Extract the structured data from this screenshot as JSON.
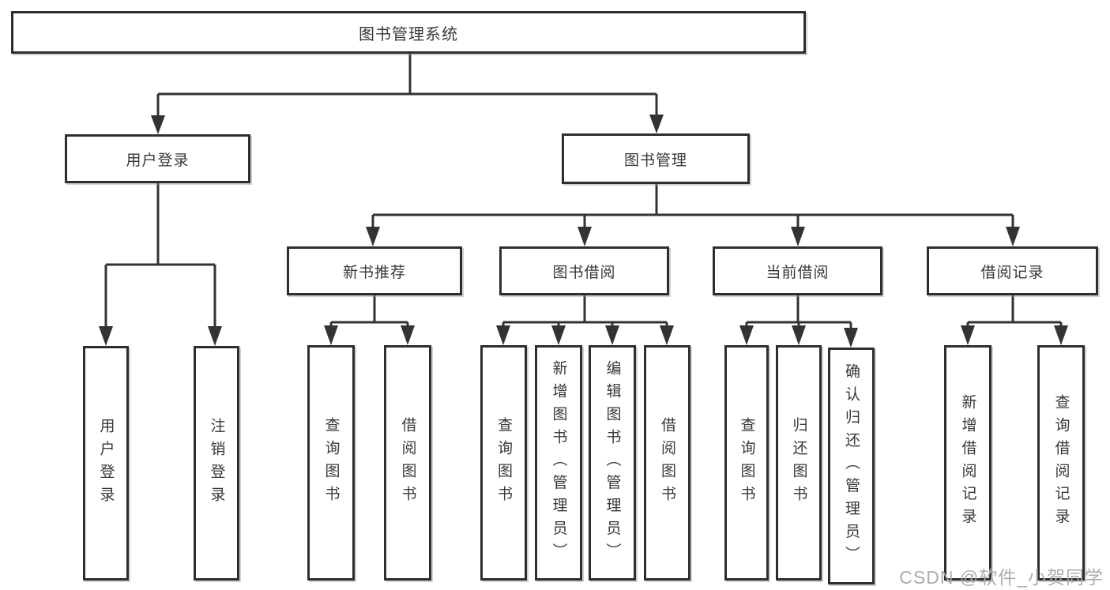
{
  "diagram": {
    "type": "hierarchy-tree",
    "title": "图书管理系统",
    "nodes": {
      "root": "图书管理系统",
      "user_login": "用户登录",
      "book_mgmt": "图书管理",
      "ul_login": "用户登录",
      "ul_logout": "注销登录",
      "new_rec": "新书推荐",
      "book_borrow": "图书借阅",
      "current_borrow": "当前借阅",
      "borrow_record": "借阅记录",
      "nr_query": "查询图书",
      "nr_borrow": "借阅图书",
      "bb_query": "查询图书",
      "bb_add": "新增图书（管理员）",
      "bb_edit": "编辑图书（管理员）",
      "bb_borrow": "借阅图书",
      "cb_query": "查询图书",
      "cb_return": "归还图书",
      "cb_confirm": "确认归还（管理员）",
      "br_add": "新增借阅记录",
      "br_query": "查询借阅记录"
    },
    "hierarchy": {
      "图书管理系统": {
        "用户登录": [
          "用户登录",
          "注销登录"
        ],
        "图书管理": {
          "新书推荐": [
            "查询图书",
            "借阅图书"
          ],
          "图书借阅": [
            "查询图书",
            "新增图书（管理员）",
            "编辑图书（管理员）",
            "借阅图书"
          ],
          "当前借阅": [
            "查询图书",
            "归还图书",
            "确认归还（管理员）"
          ],
          "借阅记录": [
            "新增借阅记录",
            "查询借阅记录"
          ]
        }
      }
    },
    "colors": {
      "line": "#333333",
      "box_border": "#2e2e2e",
      "text": "#383838",
      "background": "#ffffff",
      "watermark": "#b5a8ab"
    }
  },
  "watermark": {
    "text": "CSDN @软件_小贺同学"
  }
}
